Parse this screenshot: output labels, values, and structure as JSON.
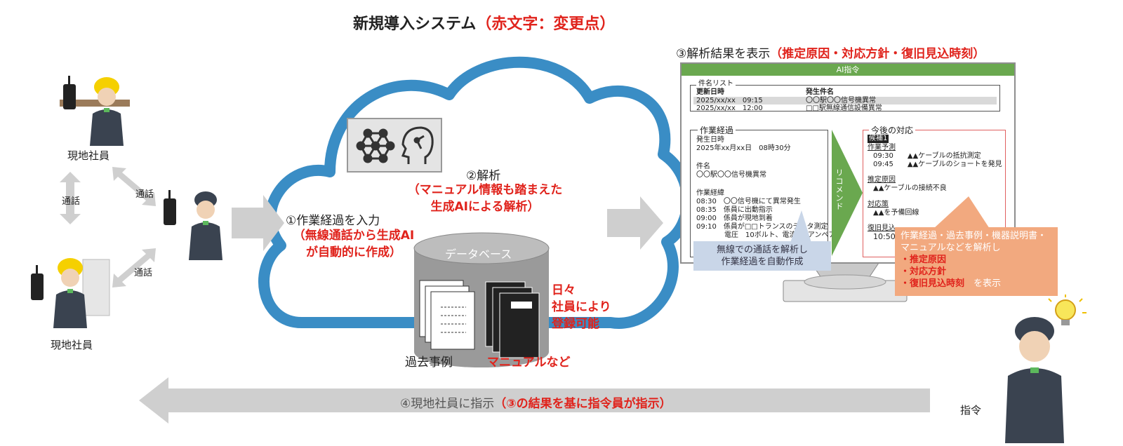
{
  "title": {
    "main": "新規導入システム",
    "note": "（赤文字：変更点）"
  },
  "field": {
    "worker_top": "現地社員",
    "worker_bottom": "現地社員",
    "call_left": "通話",
    "call_top_right": "通話",
    "call_bottom_right": "通話"
  },
  "cloud": {
    "analysis_label": "②解析",
    "analysis_note": [
      "（マニュアル情報も踏まえた",
      "生成AIによる解析）"
    ],
    "input_label": "①作業経過を入力",
    "input_note": [
      "（無線通話から生成AI",
      "が自動的に作成）"
    ],
    "db_label": "データベース",
    "daily_note": [
      "日々",
      "社員により",
      "登録可能"
    ],
    "past_cases": "過去事例",
    "manuals": "マニュアルなど"
  },
  "step3": {
    "label": "③解析結果を表示",
    "note": "（推定原因・対応方針・復旧見込時刻）"
  },
  "monitor": {
    "header": "AI指令",
    "list_title": "件名リスト",
    "col_datetime": "更新日時",
    "col_subject": "発生件名",
    "rows": [
      {
        "datetime": "2025/xx/xx　09:15",
        "subject": "〇〇駅〇〇信号機異常"
      },
      {
        "datetime": "2025/xx/xx　12:00",
        "subject": "□□駅無線通信設備異常"
      }
    ],
    "progress_title": "作業経過",
    "occurred_label": "発生日時",
    "occurred_value": "2025年xx月xx日　08時30分",
    "subject_label": "件名",
    "subject_value": "〇〇駅〇〇信号機異常",
    "log_label": "作業経緯",
    "log": [
      "08:30　〇〇信号機にて異常発生",
      "08:35　係員に出動指示",
      "09:00　係員が現地到着",
      "09:10　係員が□□トランスのデータ測定",
      "　　　　電圧　10ボルト、電流　1アンペア"
    ],
    "recommend": "リコメンド",
    "future_title": "今後の対応",
    "future_tag": "候補1",
    "forecast_label": "作業予測",
    "forecast": [
      "09:30　　▲▲ケーブルの抵抗測定",
      "09:45　　▲▲ケーブルのショートを発見"
    ],
    "cause_label": "推定原因",
    "cause_value": "▲▲ケーブルの接続不良",
    "measure_label": "対応策",
    "measure_value": "▲▲を予備回線",
    "recovery_label": "復旧見込",
    "recovery_value": "10:50",
    "callout_blue": [
      "無線での通話を解析し",
      "作業経過を自動作成"
    ],
    "callout_orange_lines": [
      "作業経過・過去事例・機器説明書・",
      "マニュアルなどを解析し"
    ],
    "callout_orange_items": [
      "・推定原因",
      "・対応方針",
      "・復旧見込時刻"
    ],
    "callout_orange_tail": "を表示"
  },
  "step4": {
    "label": "④現地社員に指示",
    "note": "（③の結果を基に指令員が指示）"
  },
  "dispatcher": "指令",
  "colors": {
    "cloud_blue": "#3a8dc5",
    "accent_red": "#e0231c",
    "monitor_green": "#6aa84f",
    "arrow_gray": "#cfcfcf",
    "callout_orange": "#f2a97f",
    "callout_blue": "#c9d6e8",
    "helmet_yellow": "#f5d000"
  }
}
